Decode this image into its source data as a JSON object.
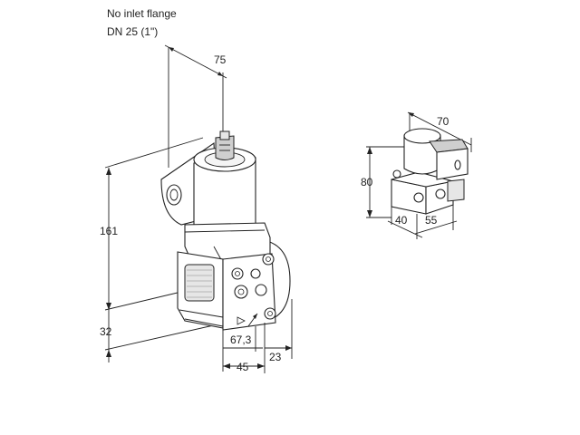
{
  "header": {
    "line1": "No inlet flange",
    "line2": "DN 25 (1\")"
  },
  "main_view": {
    "dims": {
      "top_width": "75",
      "height": "161",
      "base": "32",
      "offset": "67,3",
      "depth": "45",
      "side": "23"
    }
  },
  "small_view": {
    "dims": {
      "width": "70",
      "height": "80",
      "depth_a": "40",
      "depth_b": "55"
    }
  }
}
